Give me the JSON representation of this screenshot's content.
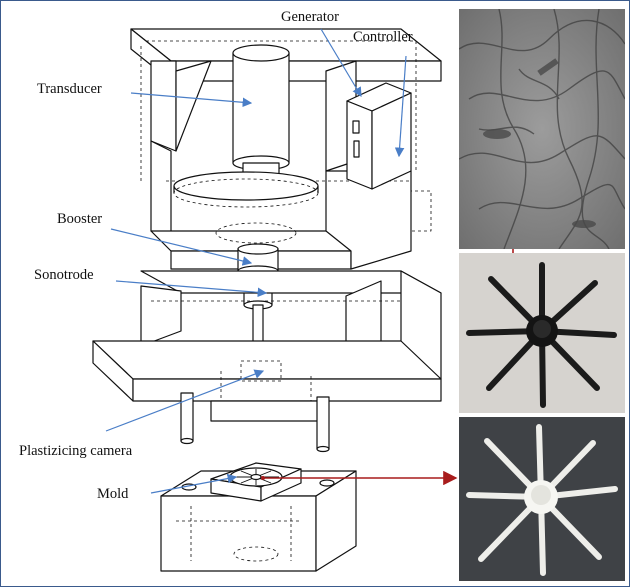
{
  "labels": {
    "generator": "Generator",
    "controller": "Controller",
    "transducer": "Transducer",
    "booster": "Booster",
    "sonotrode": "Sonotrode",
    "plasticizing_camera": "Plastizicing camera",
    "mold": "Mold"
  },
  "colors": {
    "leader_blue": "#4a7ec7",
    "arrow_red": "#a81c1c",
    "frame_blue": "#3a5a8c",
    "line_black": "#111111"
  }
}
